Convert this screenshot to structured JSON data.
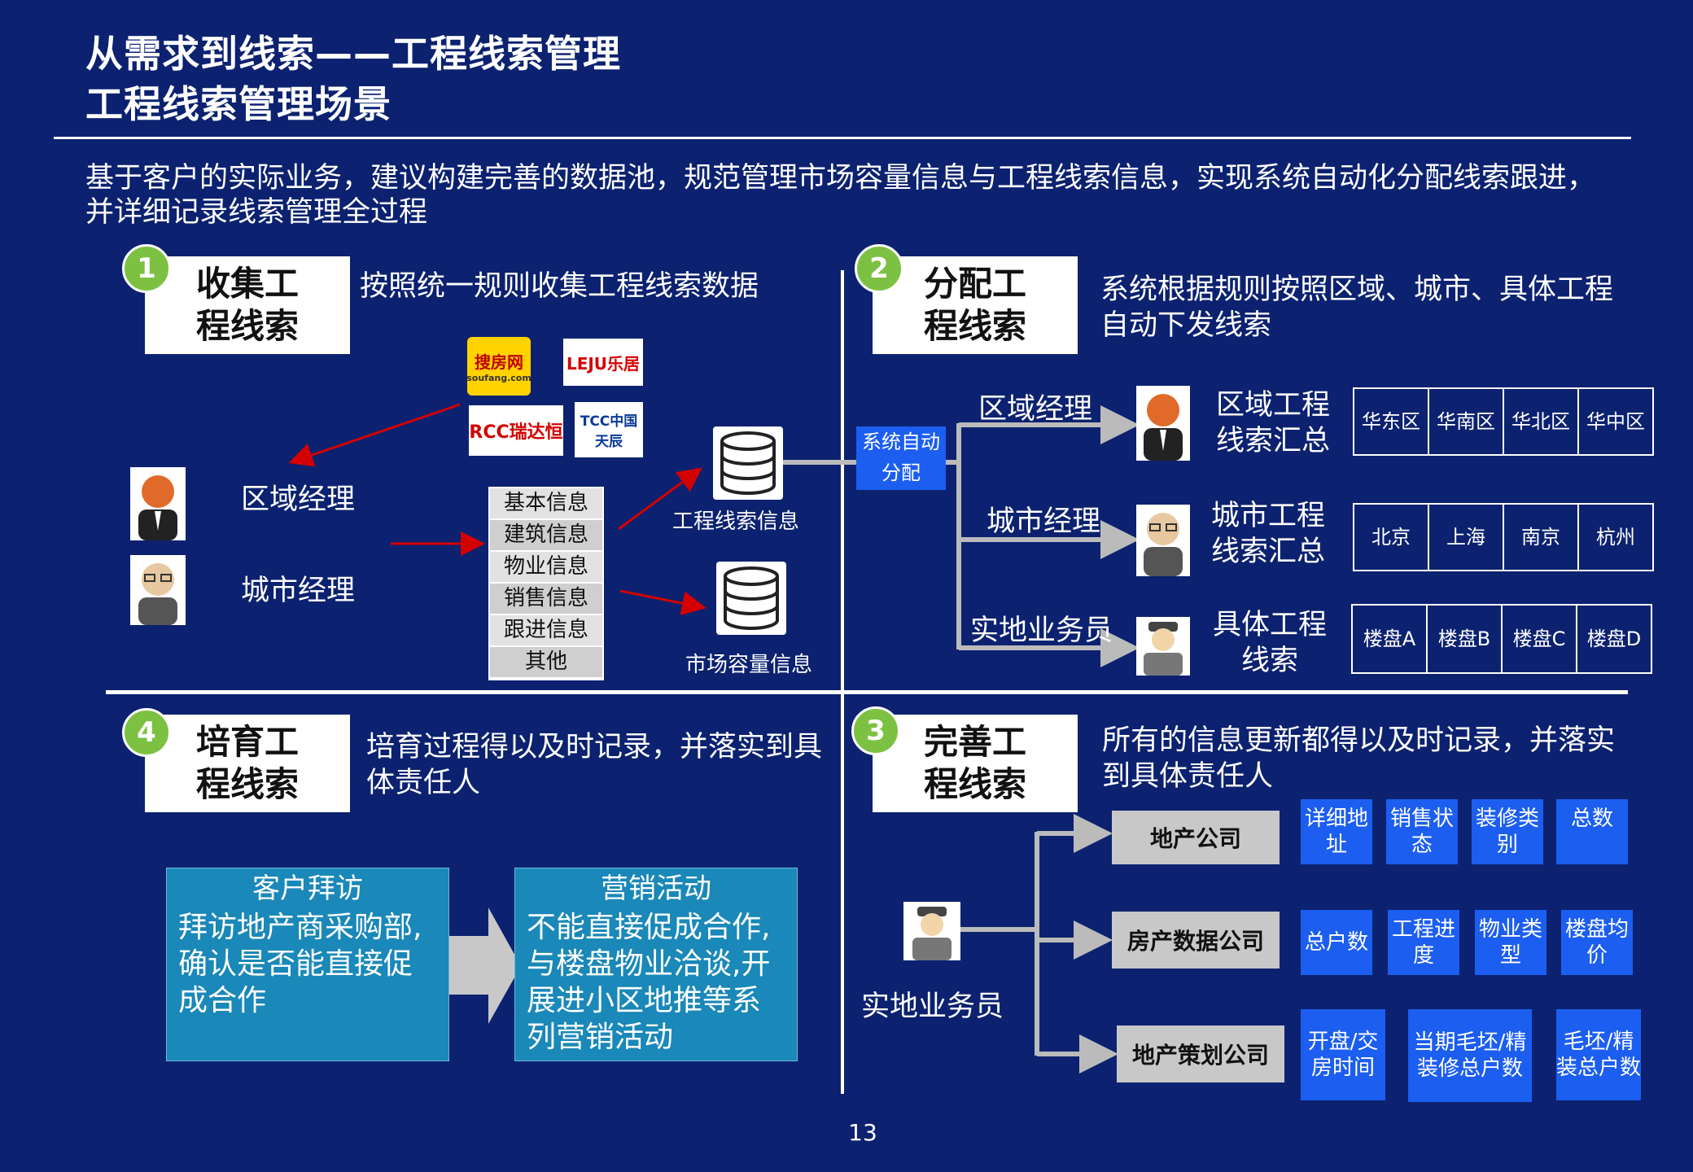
{
  "header": {
    "title1": "从需求到线索——工程线索管理",
    "title2": "工程线索管理场景"
  },
  "intro": "基于客户的实际业务，建议构建完善的数据池，规范管理市场容量信息与工程线索信息，实现系统自动化分配线索跟进，并详细记录线索管理全过程",
  "q1": {
    "num": "1",
    "box_line1": "收集工",
    "box_line2": "程线索",
    "desc": "按照统一规则收集工程线索数据",
    "roles": [
      "区域经理",
      "城市经理"
    ],
    "info_items": [
      "基本信息",
      "建筑信息",
      "物业信息",
      "销售信息",
      "跟进信息",
      "其他"
    ],
    "db_labels": [
      "工程线索信息",
      "市场容量信息"
    ],
    "logos": {
      "soufang": "搜房网",
      "soufang_sub": "soufang.com",
      "leju": "LEJU乐居",
      "rcc": "RCC瑞达恒",
      "tcc": "TCC中国天辰"
    }
  },
  "q2": {
    "num": "2",
    "box_line1": "分配工",
    "box_line2": "程线索",
    "desc": "系统根据规则按照区域、城市、具体工程自动下发线索",
    "system_line1": "系统自动",
    "system_line2": "分配",
    "rows": [
      {
        "role": "区域经理",
        "summary_line1": "区域工程",
        "summary_line2": "线索汇总",
        "cells": [
          "华东区",
          "华南区",
          "华北区",
          "华中区"
        ]
      },
      {
        "role": "城市经理",
        "summary_line1": "城市工程",
        "summary_line2": "线索汇总",
        "cells": [
          "北京",
          "上海",
          "南京",
          "杭州"
        ]
      },
      {
        "role": "实地业务员",
        "summary_line1": "具体工程",
        "summary_line2": "线索",
        "cells": [
          "楼盘A",
          "楼盘B",
          "楼盘C",
          "楼盘D"
        ]
      }
    ]
  },
  "q3": {
    "num": "3",
    "box_line1": "完善工",
    "box_line2": "程线索",
    "desc": "所有的信息更新都得以及时记录，并落实到具体责任人",
    "role": "实地业务员",
    "companies": [
      {
        "name": "地产公司",
        "tags": [
          "详细地址",
          "销售状态",
          "装修类别",
          "总数"
        ]
      },
      {
        "name": "房产数据公司",
        "tags": [
          "总户数",
          "工程进度",
          "物业类型",
          "楼盘均价"
        ]
      },
      {
        "name": "地产策划公司",
        "tags": [
          "开盘/交房时间",
          "当期毛坯/精装修总户数",
          "毛坯/精装总户数"
        ]
      }
    ]
  },
  "q4": {
    "num": "4",
    "box_line1": "培育工",
    "box_line2": "程线索",
    "desc": "培育过程得以及时记录，并落实到具体责任人",
    "visit_title": "客户拜访",
    "visit_body": "拜访地产商采购部,确认是否能直接促成合作",
    "marketing_title": "营销活动",
    "marketing_body": "不能直接促成合作,与楼盘物业洽谈,开展进小区地推等系列营销活动"
  },
  "page_number": "13",
  "colors": {
    "background": "#0c2270",
    "accent_blue": "#1c5ef0",
    "green": "#7dc142",
    "teal": "#1a88b8",
    "gray": "#c8c8c8",
    "red_arrow": "#d40000"
  }
}
